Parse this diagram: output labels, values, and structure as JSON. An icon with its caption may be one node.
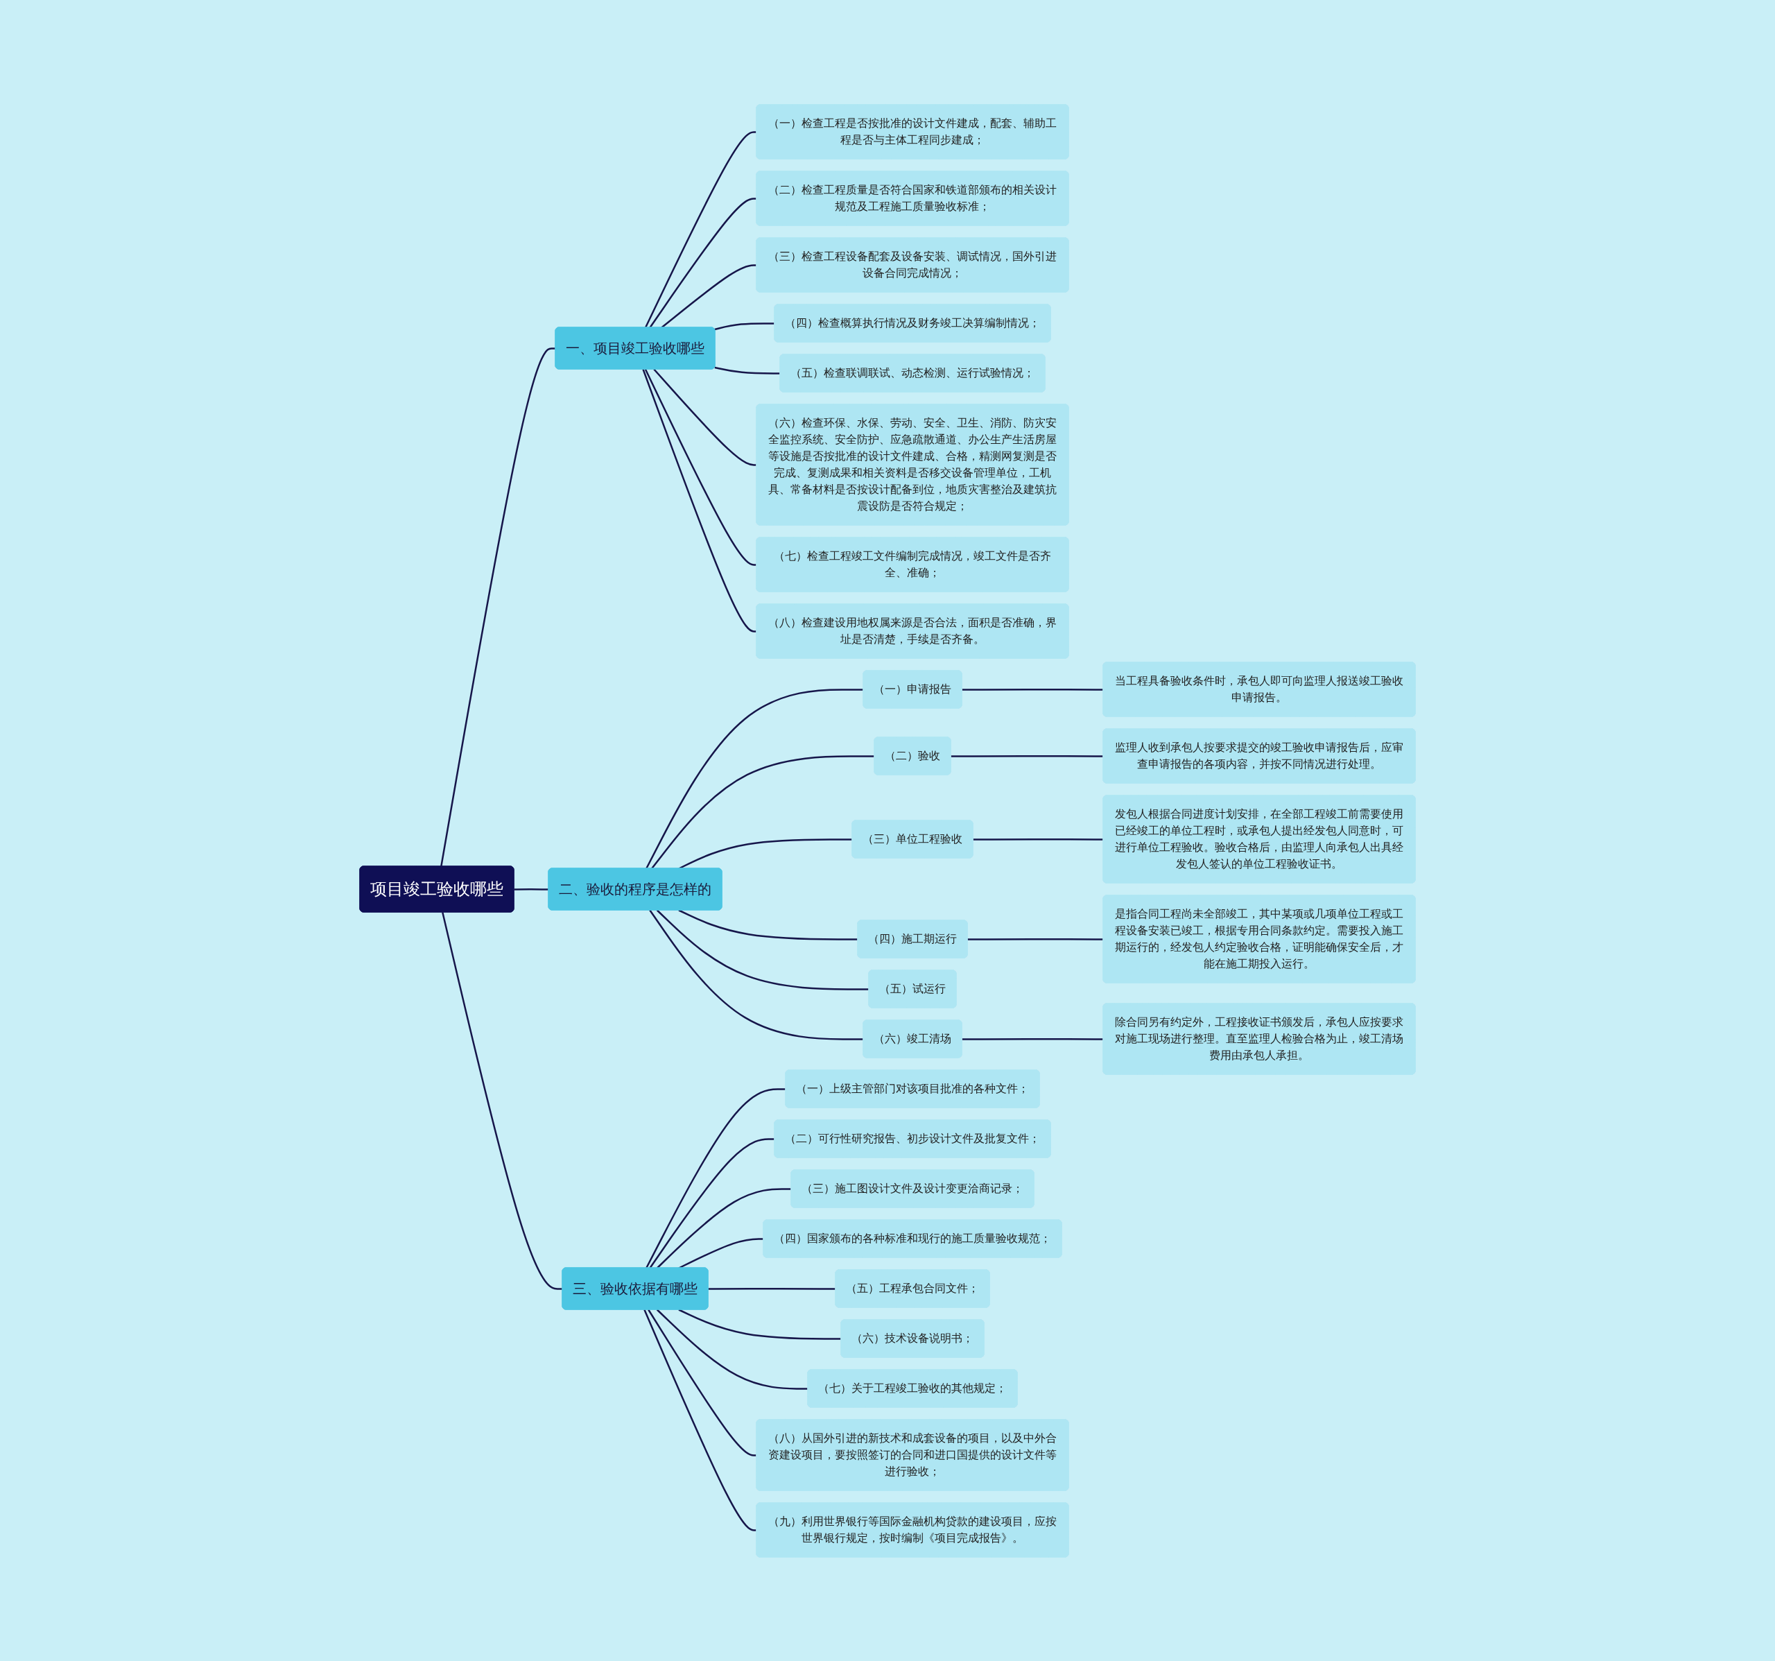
{
  "diagram": {
    "nodes": [
      {
        "text": [
          "项目竣工验收哪些"
        ]
      },
      {
        "text": [
          "一、项目竣工验收哪些"
        ]
      },
      {
        "text": [
          "（一）检查工程是否按批准的设计文件建成，配套、辅助工程是否与主体工程同步建成；"
        ]
      },
      {
        "text": [
          "（二）检查工程质量是否符合国家和铁道部颁布的相关设计规范及工程施工质量验收标准；"
        ]
      },
      {
        "text": [
          "（三）检查工程设备配套及设备安装、调试情况，国外引进设备合同完成情况；"
        ]
      },
      {
        "text": [
          "（四）检查概算执行情况及财务竣工决算编制情况；"
        ]
      },
      {
        "text": [
          "（五）检查联调联试、动态检测、运行试验情况；"
        ]
      },
      {
        "text": [
          "（六）检查环保、水保、劳动、安全、卫生、消防、防灾安全监控系统、安全防护、应急疏散通道、办公生产生活房屋等设施是否按批准的设计文件建成、合格，精测网复测是否完成、复测成果和相关资料是否移交设备管理单位，工机具、常备材料是否按设计配备到位，地质灾害整治及建筑抗震设防是否符合规定；"
        ]
      },
      {
        "text": [
          "（七）检查工程竣工文件编制完成情况，竣工文件是否齐全、准确；"
        ]
      },
      {
        "text": [
          "（八）检查建设用地权属来源是否合法，面积是否准确，界址是否清楚，手续是否齐备。"
        ]
      },
      {
        "text": [
          "二、验收的程序是怎样的"
        ]
      },
      {
        "text": [
          "（一）申请报告"
        ]
      },
      {
        "text": [
          "当工程具备验收条件时，承包人即可向监理人报送竣工验收申请报告。"
        ]
      },
      {
        "text": [
          "（二）验收"
        ]
      },
      {
        "text": [
          "监理人收到承包人按要求提交的竣工验收申请报告后，应审查申请报告的各项内容，并按不同情况进行处理。"
        ]
      },
      {
        "text": [
          "（三）单位工程验收"
        ]
      },
      {
        "text": [
          "发包人根据合同进度计划安排，在全部工程竣工前需要使用已经竣工的单位工程时，或承包人提出经发包人同意时，可进行单位工程验收。验收合格后，由监理人向承包人出具经发包人签认的单位工程验收证书。"
        ]
      },
      {
        "text": [
          "（四）施工期运行"
        ]
      },
      {
        "text": [
          "是指合同工程尚未全部竣工，其中某项或几项单位工程或工程设备安装已竣工，根据专用合同条款约定。需要投入施工期运行的，经发包人约定验收合格，证明能确保安全后，才能在施工期投入运行。"
        ]
      },
      {
        "text": [
          "（五）试运行"
        ]
      },
      {
        "text": [
          "（六）竣工清场"
        ]
      },
      {
        "text": [
          "除合同另有约定外，工程接收证书颁发后，承包人应按要求对施工现场进行整理。直至监理人检验合格为止，竣工清场费用由承包人承担。"
        ]
      },
      {
        "text": [
          "三、验收依据有哪些"
        ]
      },
      {
        "text": [
          "（一）上级主管部门对该项目批准的各种文件；"
        ]
      },
      {
        "text": [
          "（二）可行性研究报告、初步设计文件及批复文件；"
        ]
      },
      {
        "text": [
          "（三）施工图设计文件及设计变更洽商记录；"
        ]
      },
      {
        "text": [
          "（四）国家颁布的各种标准和现行的施工质量验收规范；"
        ]
      },
      {
        "text": [
          "（五）工程承包合同文件；"
        ]
      },
      {
        "text": [
          "（六）技术设备说明书；"
        ]
      },
      {
        "text": [
          "（七）关于工程竣工验收的其他规定；"
        ]
      },
      {
        "text": [
          "（八）从国外引进的新技术和成套设备的项目，以及中外合资建设项目，要按照签订的合同和进口国提供的设计文件等进行验收；"
        ]
      },
      {
        "text": [
          "（九）利用世界银行等国际金融机构贷款的建设项目，应按世界银行规定，按时编制《项目完成报告》。"
        ]
      }
    ],
    "edges": [
      {
        "from": 0,
        "to": 1,
        "arrow": "none"
      },
      {
        "from": 1,
        "to": 2,
        "arrow": "none"
      },
      {
        "from": 1,
        "to": 3,
        "arrow": "none"
      },
      {
        "from": 1,
        "to": 4,
        "arrow": "none"
      },
      {
        "from": 1,
        "to": 5,
        "arrow": "none"
      },
      {
        "from": 1,
        "to": 6,
        "arrow": "none"
      },
      {
        "from": 1,
        "to": 7,
        "arrow": "none"
      },
      {
        "from": 1,
        "to": 8,
        "arrow": "none"
      },
      {
        "from": 1,
        "to": 9,
        "arrow": "none"
      },
      {
        "from": 0,
        "to": 10,
        "arrow": "none"
      },
      {
        "from": 10,
        "to": 11,
        "arrow": "none"
      },
      {
        "from": 11,
        "to": 12,
        "arrow": "none"
      },
      {
        "from": 10,
        "to": 13,
        "arrow": "none"
      },
      {
        "from": 13,
        "to": 14,
        "arrow": "none"
      },
      {
        "from": 10,
        "to": 15,
        "arrow": "none"
      },
      {
        "from": 15,
        "to": 16,
        "arrow": "none"
      },
      {
        "from": 10,
        "to": 17,
        "arrow": "none"
      },
      {
        "from": 17,
        "to": 18,
        "arrow": "none"
      },
      {
        "from": 10,
        "to": 19,
        "arrow": "none"
      },
      {
        "from": 10,
        "to": 20,
        "arrow": "none"
      },
      {
        "from": 20,
        "to": 21,
        "arrow": "none"
      },
      {
        "from": 0,
        "to": 22,
        "arrow": "none"
      },
      {
        "from": 22,
        "to": 23,
        "arrow": "none"
      },
      {
        "from": 22,
        "to": 24,
        "arrow": "none"
      },
      {
        "from": 22,
        "to": 25,
        "arrow": "none"
      },
      {
        "from": 22,
        "to": 26,
        "arrow": "none"
      },
      {
        "from": 22,
        "to": 27,
        "arrow": "none"
      },
      {
        "from": 22,
        "to": 28,
        "arrow": "none"
      },
      {
        "from": 22,
        "to": 29,
        "arrow": "none"
      },
      {
        "from": 22,
        "to": 30,
        "arrow": "none"
      },
      {
        "from": 22,
        "to": 31,
        "arrow": "none"
      }
    ]
  }
}
